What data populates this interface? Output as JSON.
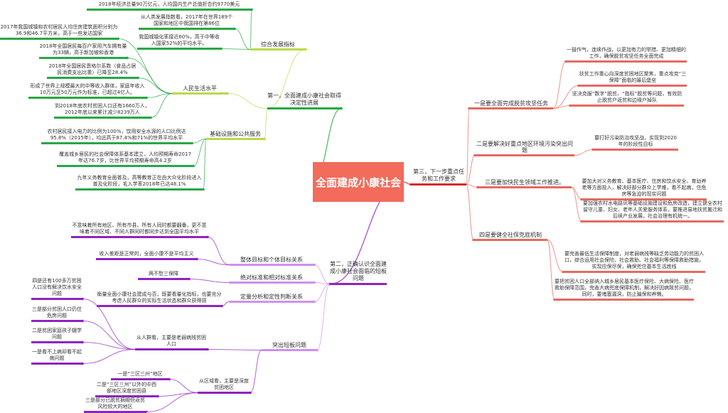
{
  "center": "全面建成小康社会",
  "colors": {
    "center": "#f26b5b",
    "green": "#27a844",
    "purple": "#8e24c0",
    "red": "#e66a60"
  },
  "b1": {
    "label": "第一，全面建成小康社会取得决定性进展",
    "zonghe": {
      "label": "综合发展指标",
      "items": [
        "2018年经济总量90万亿元，人均国内生产总值折合约9770美元",
        "从人类发展指数看，2017年在世界189个国家和地区中我国排在第86位",
        "我国城镇化率接近60%，高于中等收入国家52%的平均水平。"
      ]
    },
    "minsheng": {
      "label": "人民生活水平",
      "items": [
        "2017年我国城镇和农村居民人均住房建筑面积分别为36.9和46.7平方米，高于一些发达国家",
        "2018年全国居民每百户家用汽车拥有量为33辆，高于新加坡和香港",
        "2018年全国居民恩格尔系数（食品占居民消费支出比重）已降至28.4%",
        "形成了世界上规模最大的中等收入群体，家庭年收入10万元至50万元作为标准，已超过4亿人。",
        "到2018年底农村贫困人口还有1660万人，2012年底以来累计减少8239万人"
      ]
    },
    "jichu": {
      "label": "基础设施和公共服务",
      "items": [
        "农村居民接入电力的比例为100%，饮用安全水源的人口比例达95.8%（2015年），均远高于87.4%和71%的世界平均水平",
        "覆盖城乡居民的社会保障体系基本建立，人均预期寿命2017年达76.7岁，比世界平均预期寿命高4.2岁",
        "九年义务教育全面普及，高等教育正在由大众化阶段进入普及化阶段，毛入学率2018年已达48.1%"
      ]
    }
  },
  "b2": {
    "label": "第二，正确认识全面建成小康社会面临的短板问题",
    "zhengti": {
      "label": "整体目标和个体目标关系",
      "items": [
        "不意味着所有地区、所有市县、所有人同时都要翻番，更不意味着不同区域、不同人群同时都同步达到全国平均水平",
        "收入差距是正常的，全面小康不是平均主义"
      ]
    },
    "juedui": {
      "label": "绝对标准和相对标准关系",
      "items": [
        "两不愁三保障"
      ]
    },
    "dingliang": {
      "label": "定量分析和定性判断关系",
      "items": [
        "衡量全面小康社会建成与否，既要看量化指标，也要充分考虑人民群众的实际生活状态和群众获得感"
      ]
    },
    "tuchu": {
      "label": "突出短板问题",
      "renqun": {
        "label": "从人群看，主要是老弱病残贫困人口",
        "items": [
          "四是还有100多万贫困人口没有解决饮水安全问题",
          "三是部分贫困人口仍住危房问题",
          "二是贫困家庭孩子辍学问题",
          "一是看不上病却看不起病问题"
        ]
      },
      "quyu": {
        "label": "从区域看，主要是深度贫困地区",
        "items": [
          "一是“三区三州”地区",
          "二是“三区三州”以外的中西部地区深度贫困县",
          "三是部分已脱贫摘帽但返贫风险较大的地区"
        ]
      }
    }
  },
  "b3": {
    "label": "第三，下一步重点任务和工作要求",
    "t1": {
      "label": "一是要全面完成脱贫攻坚任务",
      "items": [
        "一鼓作气，连续作战，以更加有力的举措、更加精细的工作，确保脱贫攻坚任务全面完成",
        "扶贫工作重心向深度贫困地区聚焦，重点攻克“三保障”面临的最后堡垒",
        "坚决克服“数字”脱贫、“指标”脱贫等问题，有效防止脱贫户返贫和边缘户掉队"
      ]
    },
    "t2": {
      "label": "二是要解决好重点地区环境污染突出问题",
      "items": [
        "要打好污染防治攻坚战，实现到2020年的阶段性目标"
      ]
    },
    "t3": {
      "label": "三是要加快民生领域工作推进。",
      "items": [
        "要加大对义务教育、基本医疗、住房和饮水安全、育幼养老等方面投入，解决好部分群众上学难，看不起病，住危房等急迫的现实问题",
        "要加强农村水电路讯等基础设施建设和危房改造，建立健全农村留守儿童、妇女、老年人关爱服务体系，要推进易地扶贫搬迁和后续产业发展，社会治理有机统一。"
      ]
    },
    "t4": {
      "label": "四是要健全社保兜底机制",
      "items": [
        "要完善最低生活保障制度，对老弱病残等缺乏劳动能力的贫困人口，综合运用社会保险、社会救助、社会福利等保障救助措施，实现应保尽保，确保兜住基本生活底线",
        "要把贫困人口全部纳入城乡居民基本医疗保险、大病保险、医疗救助保障范围，完善大病兜底保障机制，解决好因病致贫问题，同时，要堵塞漏洞，防止骗保和养懒。"
      ]
    }
  }
}
